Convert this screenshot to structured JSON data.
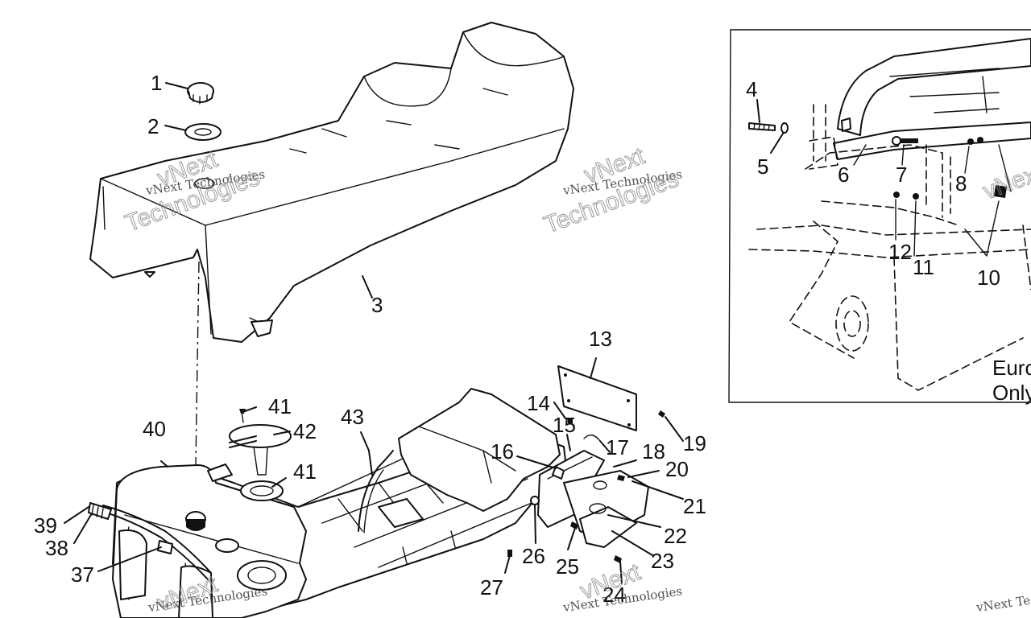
{
  "diagram": {
    "callouts": {
      "c1": "1",
      "c2": "2",
      "c3": "3",
      "c4": "4",
      "c5": "5",
      "c6": "6",
      "c7": "7",
      "c8": "8",
      "c10": "10",
      "c11": "11",
      "c12": "12",
      "c13": "13",
      "c14": "14",
      "c15": "15",
      "c16": "16",
      "c17": "17",
      "c18": "18",
      "c19": "19",
      "c20": "20",
      "c21": "21",
      "c22": "22",
      "c23": "23",
      "c24": "24",
      "c25": "25",
      "c26": "26",
      "c27": "27",
      "c37": "37",
      "c38": "38",
      "c39": "39",
      "c40": "40",
      "c41a": "41",
      "c41b": "41",
      "c42": "42",
      "c43": "43"
    },
    "inset_note": [
      "Euro",
      "Only"
    ]
  },
  "watermark": {
    "line1": "vNext Technologies",
    "line2": "vNext",
    "line3": "Technologies"
  }
}
